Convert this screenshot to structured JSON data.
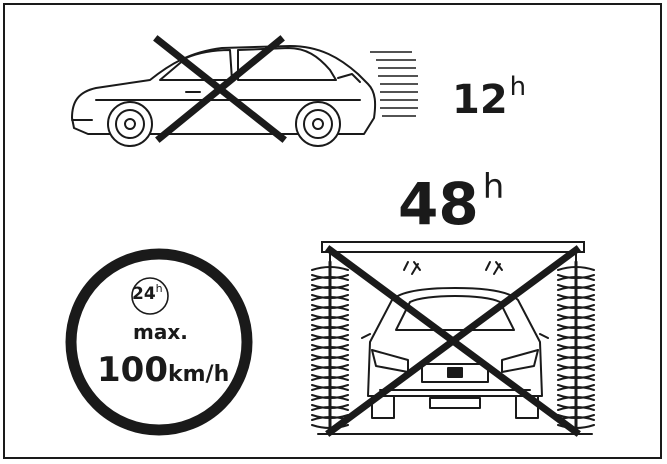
{
  "no_driving": {
    "hours": "12",
    "hours_unit": "h",
    "icons": [
      "car-side-icon",
      "cross-out-icon",
      "motion-lines-icon"
    ]
  },
  "no_car_wash": {
    "hours": "48",
    "hours_unit": "h",
    "icons": [
      "car-wash-icon",
      "car-front-icon",
      "cross-out-icon"
    ]
  },
  "speed_sign": {
    "duration": "24",
    "duration_unit": "h",
    "max_label": "max.",
    "speed_value": "100",
    "speed_unit": "km/h",
    "icons": [
      "speed-limit-sign-icon"
    ]
  },
  "colors": {
    "line": "#1a1a1a",
    "background": "#ffffff"
  }
}
